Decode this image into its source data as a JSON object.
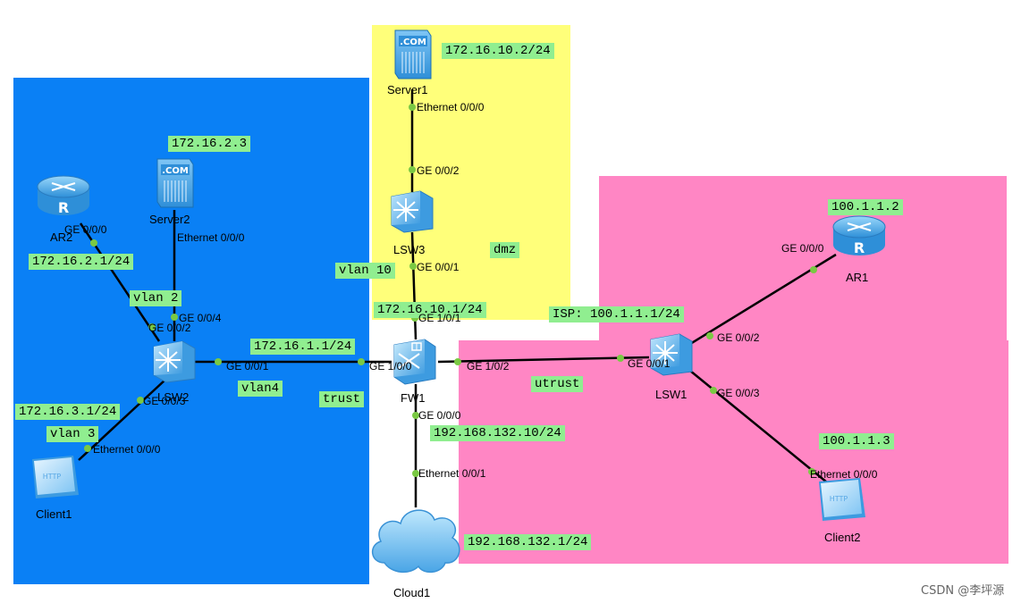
{
  "colors": {
    "trust_zone": "#0a80f5",
    "dmz_zone": "#ffff7a",
    "untrust_zone": "#ff86c4",
    "label_bg": "#90ee90",
    "link": "#000000",
    "port_dot": "#7ac943"
  },
  "zones": {
    "dmz": "dmz",
    "trust": "trust",
    "untrust": "utrust"
  },
  "devices": {
    "server1": {
      "name": "Server1",
      "icon": "server-icon",
      "ip": "172.16.10.2/24",
      "port": "Ethernet 0/0/0"
    },
    "server2": {
      "name": "Server2",
      "icon": "server-icon",
      "ip": "172.16.2.3",
      "port": "Ethernet 0/0/0"
    },
    "ar2": {
      "name": "AR2",
      "icon": "router-icon",
      "ip": "172.16.2.1/24",
      "port": "GE 0/0/0"
    },
    "lsw2": {
      "name": "LSW2",
      "icon": "switch-icon",
      "ports": [
        "GE 0/0/2",
        "GE 0/0/4",
        "GE 0/0/1",
        "GE 0/0/3"
      ]
    },
    "lsw3": {
      "name": "LSW3",
      "icon": "switch-icon",
      "ports": [
        "GE 0/0/2",
        "GE 0/0/1"
      ]
    },
    "fw1": {
      "name": "FW1",
      "icon": "firewall-icon",
      "ports": [
        "GE 1/0/1",
        "GE 1/0/0",
        "GE 1/0/2",
        "GE 0/0/0"
      ]
    },
    "lsw1": {
      "name": "LSW1",
      "icon": "switch-icon",
      "ports": [
        "GE 0/0/1",
        "GE 0/0/2",
        "GE 0/0/3"
      ]
    },
    "ar1": {
      "name": "AR1",
      "icon": "router-icon",
      "ip": "100.1.1.2",
      "port": "GE 0/0/0"
    },
    "client1": {
      "name": "Client1",
      "icon": "client-icon",
      "ip": "172.16.3.1/24",
      "port": "Ethernet 0/0/0"
    },
    "client2": {
      "name": "Client2",
      "icon": "client-icon",
      "ip": "100.1.1.3",
      "port": "Ethernet 0/0/0"
    },
    "cloud1": {
      "name": "Cloud1",
      "icon": "cloud-icon",
      "ip": "192.168.132.1/24",
      "port": "Ethernet 0/0/1"
    }
  },
  "labels": {
    "vlan2": "vlan 2",
    "vlan3": "vlan 3",
    "vlan4": "vlan4",
    "vlan10": "vlan 10",
    "fw_trust_ip": "172.16.1.1/24",
    "fw_dmz_ip": "172.16.10.1/24",
    "fw_mgmt_ip": "192.168.132.10/24",
    "isp_ip": "ISP: 100.1.1.1/24"
  },
  "watermark": "CSDN @李坪源"
}
